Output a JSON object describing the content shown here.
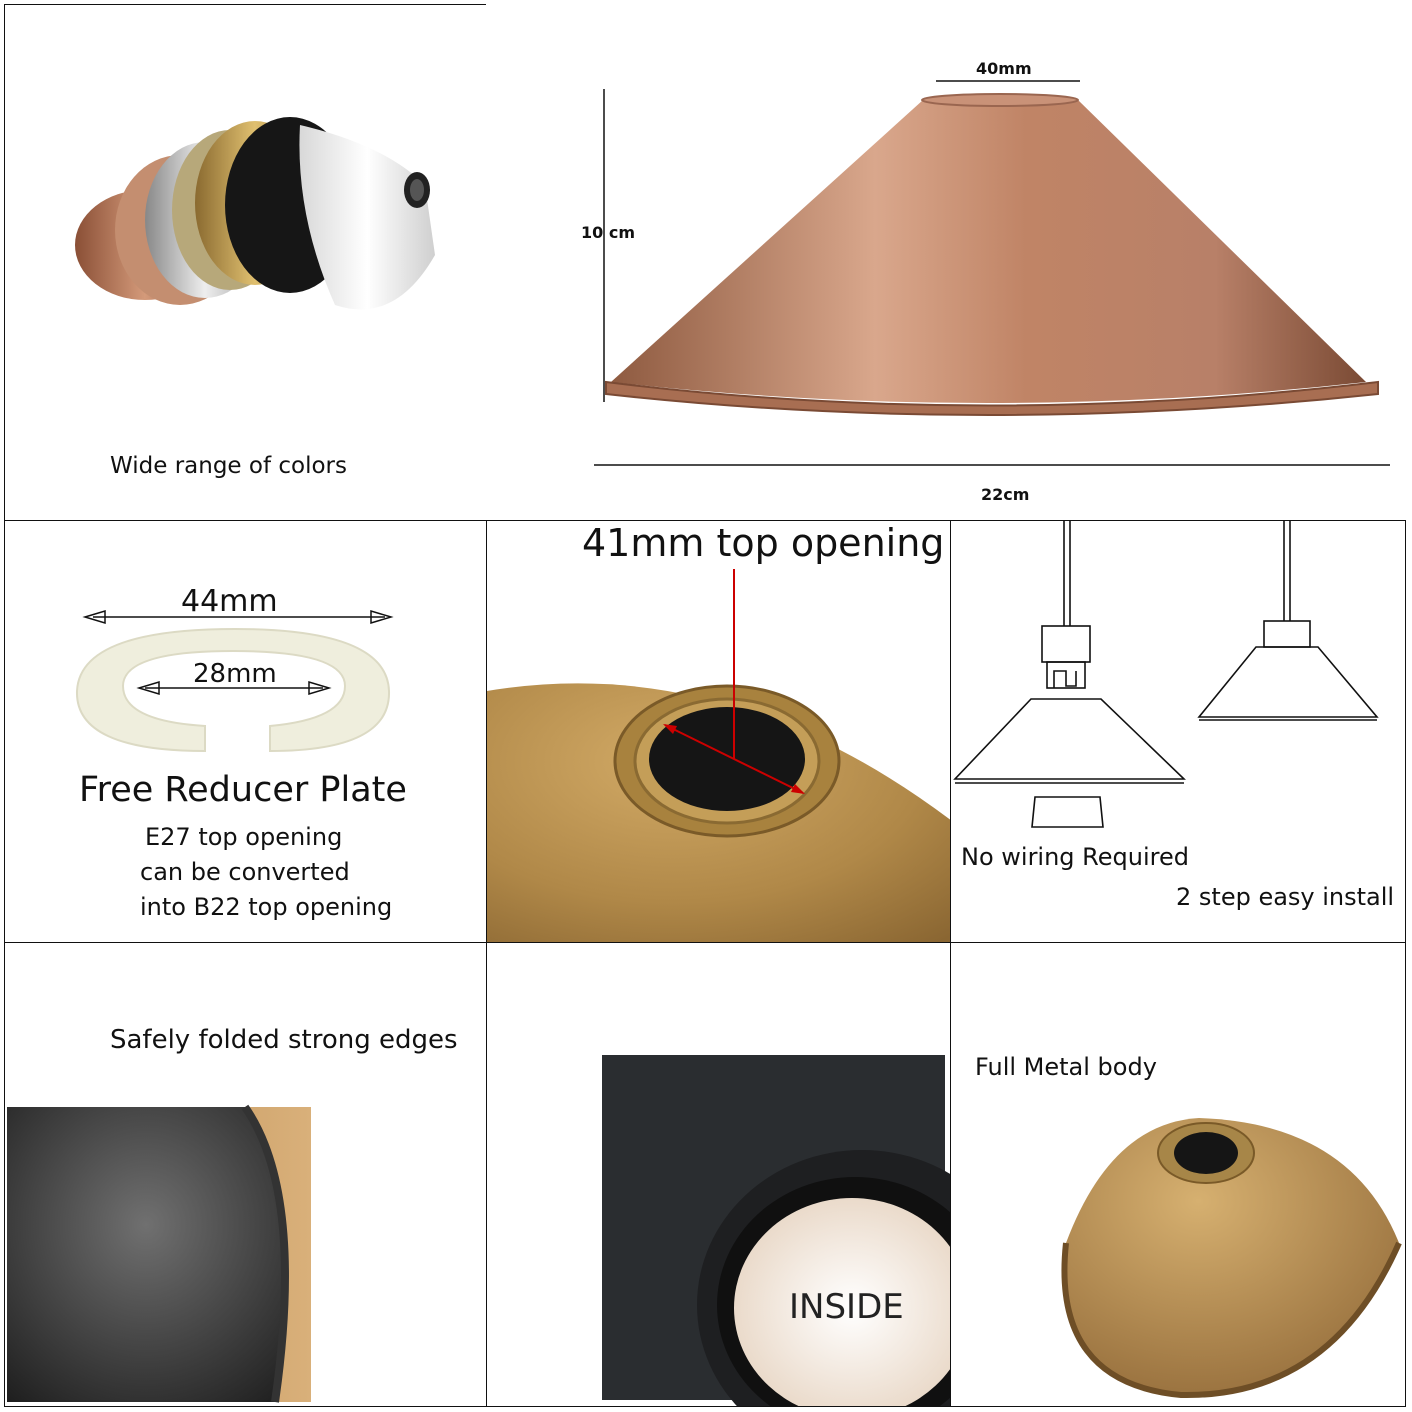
{
  "panels": {
    "colors": {
      "caption": "Wide range of colors"
    },
    "dimensions": {
      "top_width": "40mm",
      "height": "10 cm",
      "bottom_width": "22cm"
    },
    "reducer": {
      "outer": "44mm",
      "inner": "28mm",
      "title": "Free Reducer Plate",
      "line1": "E27 top opening",
      "line2": "can be converted",
      "line3": "into B22 top opening"
    },
    "opening": {
      "title": "41mm top opening"
    },
    "install": {
      "line1": "No wiring Required",
      "line2": "2 step easy install"
    },
    "edges": {
      "caption": "Safely folded strong edges"
    },
    "inside": {
      "label": "INSIDE"
    },
    "metal": {
      "caption": "Full Metal body"
    }
  },
  "colors": {
    "copper": "#b07a5a",
    "antique_brass": "#b98d4e",
    "black": "#1a1a1a",
    "white": "#f2f2f2",
    "reducer": "#efeedd",
    "pointer": "#cc0000"
  },
  "icons": [
    "lampshade-stack-image",
    "copper-shade-image",
    "reducer-ring-image",
    "shade-top-closeup-image",
    "install-diagram",
    "folded-edge-image",
    "inside-closeup-image",
    "metal-shade-image"
  ]
}
